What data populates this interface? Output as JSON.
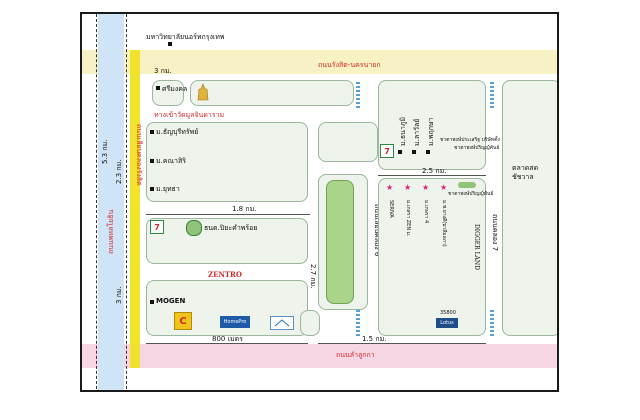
{
  "roads": {
    "top": "ถนนรังสิต-นครนายก",
    "bottom": "ถนนลำลูกกา",
    "left_main": "ถนนพหลโยธิน",
    "left_secondary": "ถนนเลียบคลองรังสิต",
    "center_road": "ถนนเลียบคลอง 6",
    "right_road": "ถนนคลอง 7"
  },
  "places": {
    "university": "มหาวิทยาลัยนอร์ทกรุงเทพ",
    "srimuang": "ศรีมงคล",
    "junction": "ทางเข้าวัดมูลจินดาราม",
    "thanyaburi": "ม.ธัญบุรีทรัพย์",
    "khanasit": "ม.คณาสิริ",
    "yutha": "ม.ยุทธา",
    "bank": "ธนต.ปิยะคำพร้อย",
    "zentro": "ZENTRO",
    "mogen": "MOGEN",
    "homepro": "HomePro",
    "seven_left": "7",
    "seven_right": "7",
    "villages_right": [
      "ม.ธนาภูมิ",
      "ม.ลาวัลย์",
      "ม.พฤกษา"
    ],
    "thai_rice_top": "ชาตาพงษ์ประเสริฐ บริษัทตั้ง",
    "thai_rice_mid": "ชาตาพงษ์ปริญญ์พันธ์",
    "market": "ตลาดสด ชัชวาล",
    "villages_bottom": [
      "SERIVA",
      "ม.เกสรา ZEN ม.",
      "ม.เกษรา 4",
      "ม.ช.ยางดี(บาลีมลภา)"
    ],
    "digger": "DIGGER LAND",
    "lotus": "Lotus",
    "lotus_top": "35800"
  },
  "distances": {
    "d_3km_top": "3 กม.",
    "d_53km": "5.3 กม.",
    "d_23km": "2.3 กม.",
    "d_3km_left": "3 กม.",
    "d_18km": "1.8 กม.",
    "d_25km": "2.5 กม.",
    "d_27km": "2.7 กม.",
    "d_800m": "800 เมตร",
    "d_15km": "1.5 กม."
  },
  "colors": {
    "road_yellow": "#f7f1c4",
    "road_pink": "#f7d7e3",
    "road_blue": "#cfe4f6",
    "main_road": "#f1e22b",
    "block": "#eef3ec",
    "park": "#a9d48a",
    "accent_red": "#d22b2b"
  }
}
